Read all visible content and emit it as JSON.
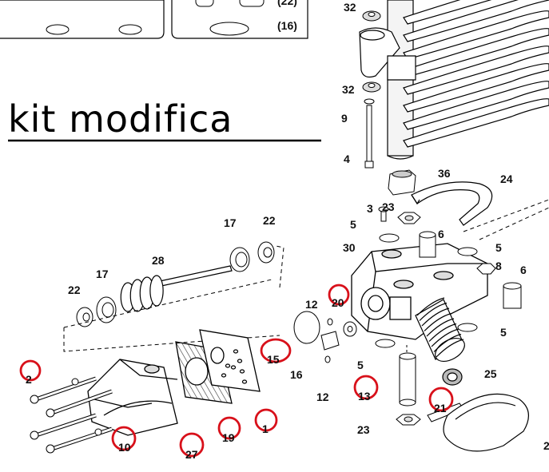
{
  "title": "kit modifica",
  "box_labels": [
    "(22)",
    "(16)"
  ],
  "callouts": [
    {
      "text": "32",
      "circled": false
    },
    {
      "text": "32",
      "circled": false
    },
    {
      "text": "9",
      "circled": false
    },
    {
      "text": "4",
      "circled": false
    },
    {
      "text": "36",
      "circled": false
    },
    {
      "text": "24",
      "circled": false
    },
    {
      "text": "3",
      "circled": false
    },
    {
      "text": "23",
      "circled": false
    },
    {
      "text": "5",
      "circled": false
    },
    {
      "text": "6",
      "circled": false
    },
    {
      "text": "30",
      "circled": false
    },
    {
      "text": "5",
      "circled": false
    },
    {
      "text": "8",
      "circled": false
    },
    {
      "text": "6",
      "circled": false
    },
    {
      "text": "17",
      "circled": false
    },
    {
      "text": "22",
      "circled": false
    },
    {
      "text": "28",
      "circled": false
    },
    {
      "text": "17",
      "circled": false
    },
    {
      "text": "22",
      "circled": false
    },
    {
      "text": "12",
      "circled": false
    },
    {
      "text": "20",
      "circled": true
    },
    {
      "text": "5",
      "circled": false
    },
    {
      "text": "15",
      "circled": true
    },
    {
      "text": "16",
      "circled": false
    },
    {
      "text": "5",
      "circled": false
    },
    {
      "text": "12",
      "circled": false
    },
    {
      "text": "25",
      "circled": false
    },
    {
      "text": "2",
      "circled": true
    },
    {
      "text": "13",
      "circled": true
    },
    {
      "text": "21",
      "circled": true
    },
    {
      "text": "1",
      "circled": true
    },
    {
      "text": "19",
      "circled": true
    },
    {
      "text": "10",
      "circled": true
    },
    {
      "text": "27",
      "circled": true
    },
    {
      "text": "23",
      "circled": false
    },
    {
      "text": "2",
      "circled": false
    }
  ]
}
